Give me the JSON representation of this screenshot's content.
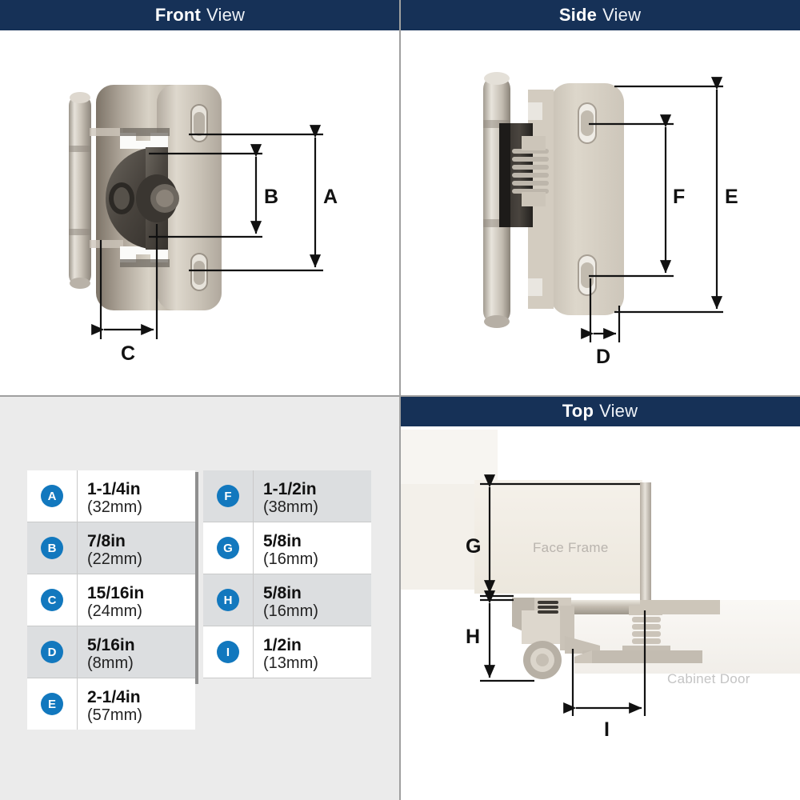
{
  "panels": {
    "front": {
      "title_bold": "Front",
      "title_regular": "View"
    },
    "side": {
      "title_bold": "Side",
      "title_regular": "View"
    },
    "top": {
      "title_bold": "Top",
      "title_regular": "View"
    }
  },
  "callouts": {
    "front": [
      "A",
      "B",
      "C"
    ],
    "side": [
      "D",
      "E",
      "F"
    ],
    "top": [
      "G",
      "H",
      "I"
    ]
  },
  "top_view_labels": {
    "face_frame": "Face Frame",
    "cabinet_door": "Cabinet Door"
  },
  "dimension_table": {
    "left_column": [
      {
        "key": "A",
        "inches": "1-1/4in",
        "mm": "(32mm)"
      },
      {
        "key": "B",
        "inches": "7/8in",
        "mm": "(22mm)"
      },
      {
        "key": "C",
        "inches": "15/16in",
        "mm": "(24mm)"
      },
      {
        "key": "D",
        "inches": "5/16in",
        "mm": "(8mm)"
      },
      {
        "key": "E",
        "inches": "2-1/4in",
        "mm": "(57mm)"
      }
    ],
    "right_column": [
      {
        "key": "F",
        "inches": "1-1/2in",
        "mm": "(38mm)"
      },
      {
        "key": "G",
        "inches": "5/8in",
        "mm": "(16mm)"
      },
      {
        "key": "H",
        "inches": "5/8in",
        "mm": "(16mm)"
      },
      {
        "key": "I",
        "inches": "1/2in",
        "mm": "(13mm)"
      }
    ]
  },
  "colors": {
    "header_navy": "#163157",
    "badge_blue": "#1278be",
    "table_gray_row": "#dcdee0",
    "panel_bg_gray": "#ebebeb",
    "divider_gray": "#a0a0a0"
  }
}
